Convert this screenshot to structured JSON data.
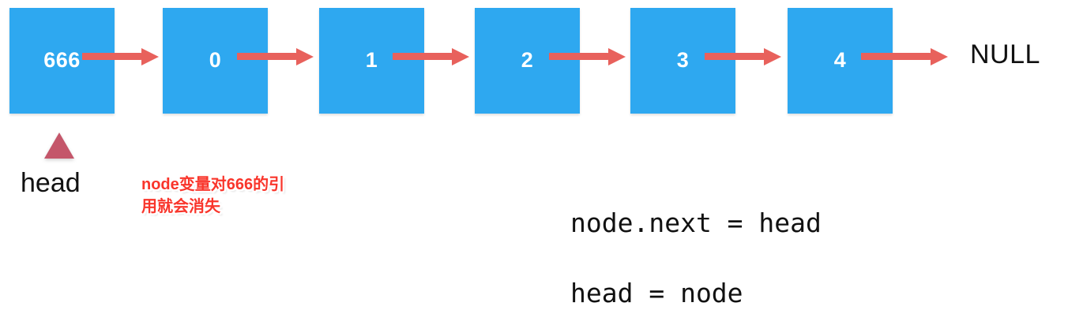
{
  "diagram": {
    "title": "Linked list head insertion",
    "colors": {
      "node_fill": "#2EA8F0",
      "node_text": "#FFFFFF",
      "arrow": "#E8615C",
      "pointer_triangle": "#C4566A",
      "annotation_text": "#F9352B",
      "annotation_outline": "#FFFFFF",
      "label_text": "#111111",
      "background": "#FFFFFF"
    },
    "nodes": [
      {
        "value": "666"
      },
      {
        "value": "0"
      },
      {
        "value": "1"
      },
      {
        "value": "2"
      },
      {
        "value": "3"
      },
      {
        "value": "4"
      }
    ],
    "terminator": "NULL",
    "pointer": {
      "label": "head",
      "marker": "up-triangle",
      "points_to_node_index": 0
    },
    "annotation": {
      "lines": [
        "node变量对666的引",
        "用就会消失"
      ]
    },
    "code": {
      "lines": [
        "node.next = head",
        "head = node"
      ]
    }
  }
}
